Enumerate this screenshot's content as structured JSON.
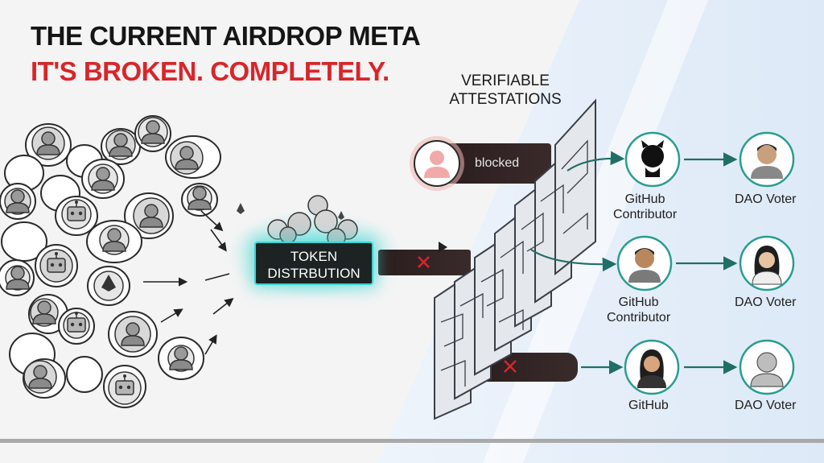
{
  "title": "THE CURRENT AIRDROP META",
  "subtitle": "IT'S BROKEN. COMPLETELY.",
  "attestations_label": "VERIFIABLE\nATTESTATIONS",
  "token_label": "TOKEN\nDISTRBUTION",
  "blocked_label": "blocked",
  "rows": [
    {
      "left": "GitHub\nContributor",
      "right": "DAO Voter"
    },
    {
      "left": "GitHub\nContributor",
      "right": "DAO Voter"
    },
    {
      "left": "GitHub",
      "right": "DAO Voter"
    }
  ],
  "colors": {
    "title": "#151515",
    "subtitle": "#d8262b",
    "accent_teal": "#2a9d8f",
    "glow": "#3ad3cf",
    "blocked_red": "#d8262b"
  },
  "icons": [
    "person-icon",
    "robot-icon",
    "ethereum-icon",
    "coin-icon",
    "x-mark-icon",
    "wall-icon"
  ]
}
